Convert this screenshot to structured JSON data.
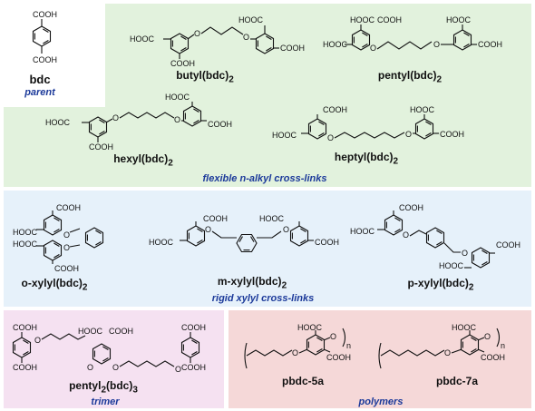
{
  "labels": {
    "cooh": "COOH",
    "hooc": "HOOC",
    "o": "O",
    "n": "n"
  },
  "compounds": {
    "bdc": {
      "name": "bdc",
      "sub": "",
      "caption": "parent"
    },
    "butyl": {
      "name": "butyl(bdc)",
      "sub": "2"
    },
    "pentyl": {
      "name": "pentyl(bdc)",
      "sub": "2"
    },
    "hexyl": {
      "name": "hexyl(bdc)",
      "sub": "2"
    },
    "heptyl": {
      "name": "heptyl(bdc)",
      "sub": "2"
    },
    "oxylyl": {
      "name": "o-xylyl(bdc)",
      "sub": "2"
    },
    "mxylyl": {
      "name": "m-xylyl(bdc)",
      "sub": "2"
    },
    "pxylyl": {
      "name": "p-xylyl(bdc)",
      "sub": "2"
    },
    "trimer": {
      "name": "pentyl",
      "sub1": "2",
      "mid": "(bdc)",
      "sub2": "3"
    },
    "pbdc5a": {
      "name": "pbdc-5a"
    },
    "pbdc7a": {
      "name": "pbdc-7a"
    }
  },
  "captions": {
    "flexible": "flexible n-alkyl cross-links",
    "rigid": "rigid xylyl cross-links",
    "trimer": "trimer",
    "polymers": "polymers"
  },
  "colors": {
    "green_panel": "#e2f2dd",
    "blue_panel": "#e6f1fa",
    "pink_panel": "#f5e1f1",
    "rose_panel": "#f5d8d8",
    "caption_blue": "#1c3a9a"
  }
}
